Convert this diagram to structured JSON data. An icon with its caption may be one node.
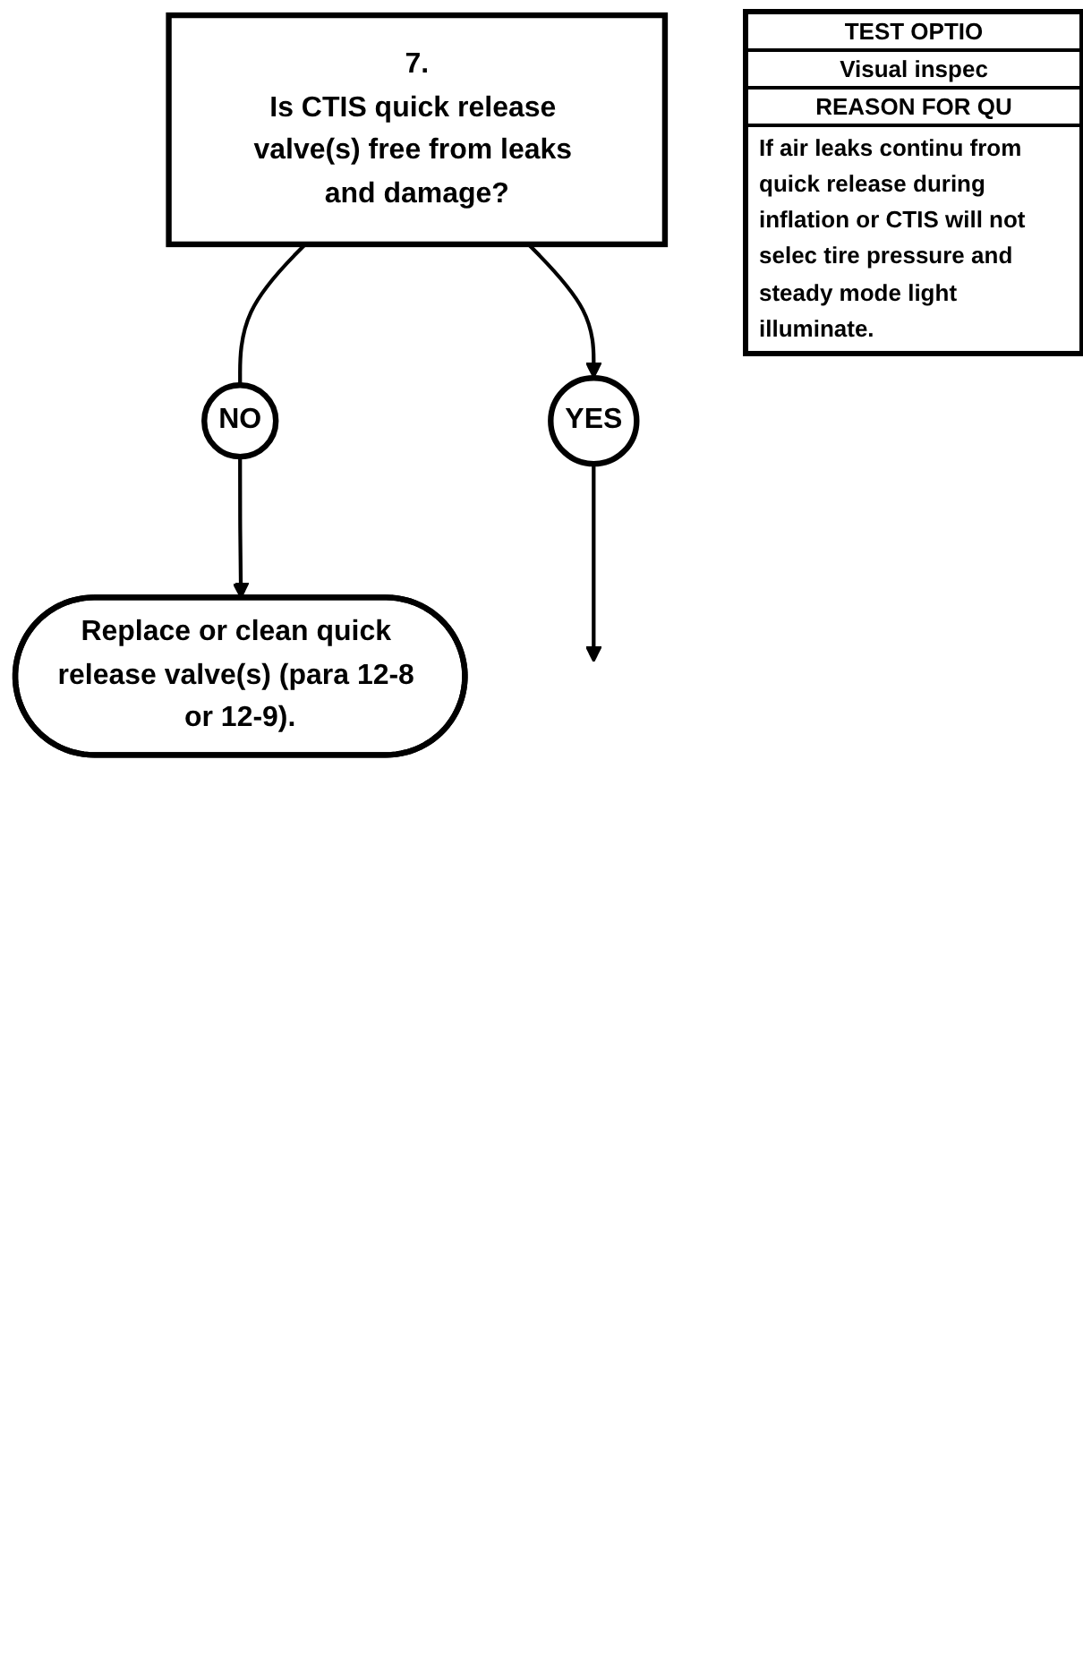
{
  "diagram": {
    "nodes": [
      {
        "text": [
          "7.",
          "Is CTIS quick release valve(s) free from leaks and damage?"
        ]
      },
      {
        "text": [
          "NO"
        ]
      },
      {
        "text": [
          "Replace or clean quick release valve(s) (para 12-8 or 12-9)."
        ]
      },
      {
        "text": [
          "YES"
        ]
      }
    ],
    "edges": [
      {
        "from": 0,
        "to": 1,
        "arrow": "none"
      },
      {
        "from": 1,
        "to": 2,
        "arrow": "to"
      },
      {
        "from": 0,
        "to": 3,
        "arrow": "to"
      },
      {
        "from": 3,
        "to": null,
        "arrow": "to"
      }
    ],
    "labels": [
      "TEST OPTIO",
      "Visual inspec",
      "REASON FOR QU",
      "If air leaks continu from quick release during inflation or CTIS will not selec tire pressure and steady mode light illuminate."
    ]
  }
}
